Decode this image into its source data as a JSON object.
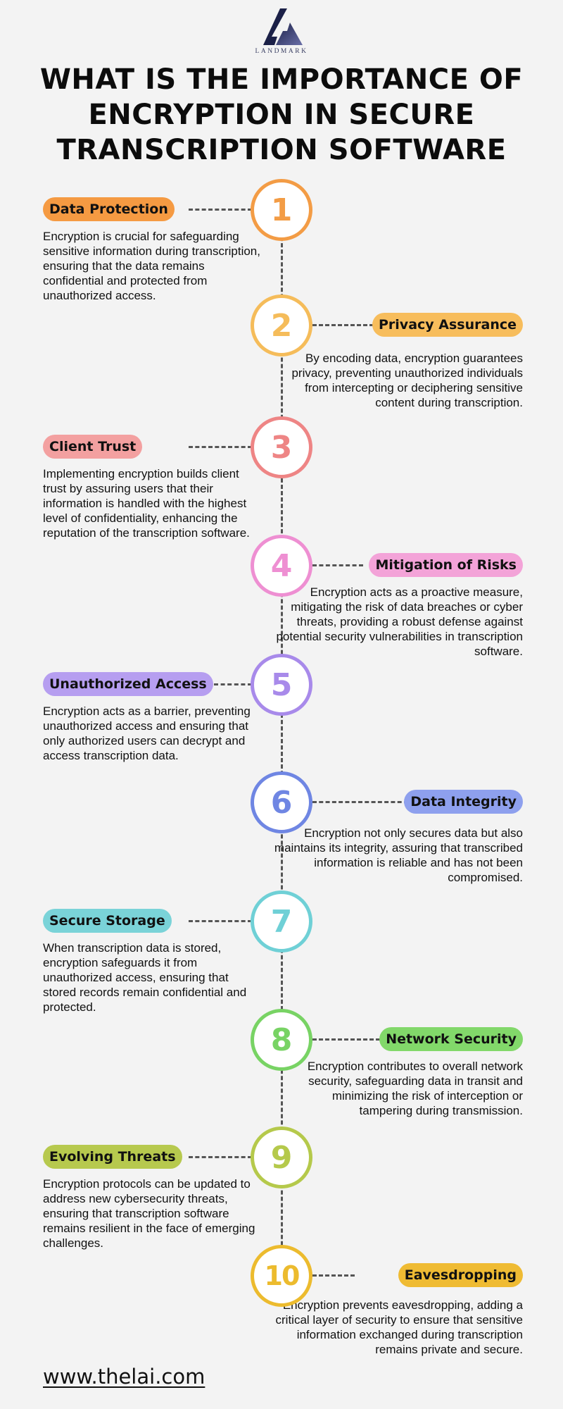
{
  "logo": {
    "text": "LANDMARK",
    "icon": "landmark-triangle-icon"
  },
  "title": "WHAT IS THE IMPORTANCE OF ENCRYPTION IN SECURE TRANSCRIPTION SOFTWARE",
  "steps": [
    {
      "number": "1",
      "label": "Data Protection",
      "side": "left",
      "color": "#f39c45",
      "pill_bg": "#f59a42",
      "description": "Encryption is crucial for safeguarding sensitive information during transcription, ensuring that the data remains confidential and protected from unauthorized access."
    },
    {
      "number": "2",
      "label": "Privacy Assurance",
      "side": "right",
      "color": "#f5bc5a",
      "pill_bg": "#f7bd5c",
      "description": "By encoding data, encryption guarantees privacy, preventing unauthorized individuals from intercepting or deciphering sensitive content during transcription."
    },
    {
      "number": "3",
      "label": "Client Trust",
      "side": "left",
      "color": "#ee8585",
      "pill_bg": "#f3a0a0",
      "description": "Implementing encryption builds client trust by assuring users that their information is handled with the highest level of confidentiality, enhancing the reputation of the transcription software."
    },
    {
      "number": "4",
      "label": "Mitigation of Risks",
      "side": "right",
      "color": "#ee8fd2",
      "pill_bg": "#f3a3d8",
      "description": "Encryption acts as a proactive measure, mitigating the risk of data breaches or cyber threats, providing a robust defense against potential security vulnerabilities in transcription software."
    },
    {
      "number": "5",
      "label": "Unauthorized Access",
      "side": "left",
      "color": "#a88aea",
      "pill_bg": "#b69ef0",
      "description": "Encryption acts as a barrier, preventing unauthorized access and ensuring that only authorized users can decrypt and access transcription data."
    },
    {
      "number": "6",
      "label": "Data Integrity",
      "side": "right",
      "color": "#6f86e3",
      "pill_bg": "#8ea0ee",
      "description": "Encryption not only secures data but also maintains its integrity, assuring that transcribed information is reliable and has not been compromised."
    },
    {
      "number": "7",
      "label": "Secure Storage",
      "side": "left",
      "color": "#6fd0d6",
      "pill_bg": "#7ad3d8",
      "description": "When transcription data is stored, encryption safeguards it from unauthorized access, ensuring that stored records remain confidential and protected."
    },
    {
      "number": "8",
      "label": "Network Security",
      "side": "right",
      "color": "#78d364",
      "pill_bg": "#82d86a",
      "description": "Encryption contributes to overall network security, safeguarding data in transit and minimizing the risk of interception or tampering during transmission."
    },
    {
      "number": "9",
      "label": "Evolving Threats",
      "side": "left",
      "color": "#b5c94b",
      "pill_bg": "#b7c94e",
      "description": "Encryption protocols can be updated to address new cybersecurity threats, ensuring that transcription software remains resilient in the face of emerging challenges."
    },
    {
      "number": "10",
      "label": "Eavesdropping",
      "side": "right",
      "color": "#ecbb2e",
      "pill_bg": "#efbb33",
      "description": "Encryption prevents eavesdropping, adding a critical layer of security to ensure that sensitive information exchanged during transcription remains private and secure."
    }
  ],
  "footer": {
    "url": "www.thelai.com"
  }
}
